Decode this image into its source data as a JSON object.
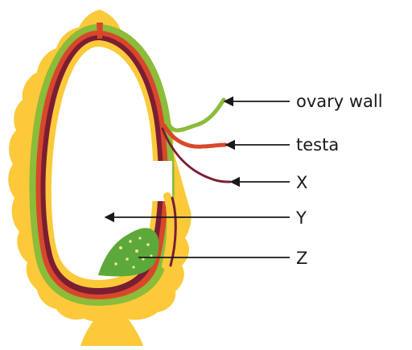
{
  "labels": {
    "ovary_wall": "ovary wall",
    "testa": "testa",
    "x": "X",
    "y": "Y",
    "z": "Z"
  },
  "colors": {
    "background": "#ffffff",
    "fruit_yellow": "#fcc93a",
    "ovary_wall_green": "#8bbc3a",
    "testa_red": "#d9472b",
    "x_layer_maroon": "#7a1e34",
    "embryo_green": "#5da83a",
    "embryo_dots": "#e9ef8f",
    "label_lines": "#1a1a1a"
  }
}
